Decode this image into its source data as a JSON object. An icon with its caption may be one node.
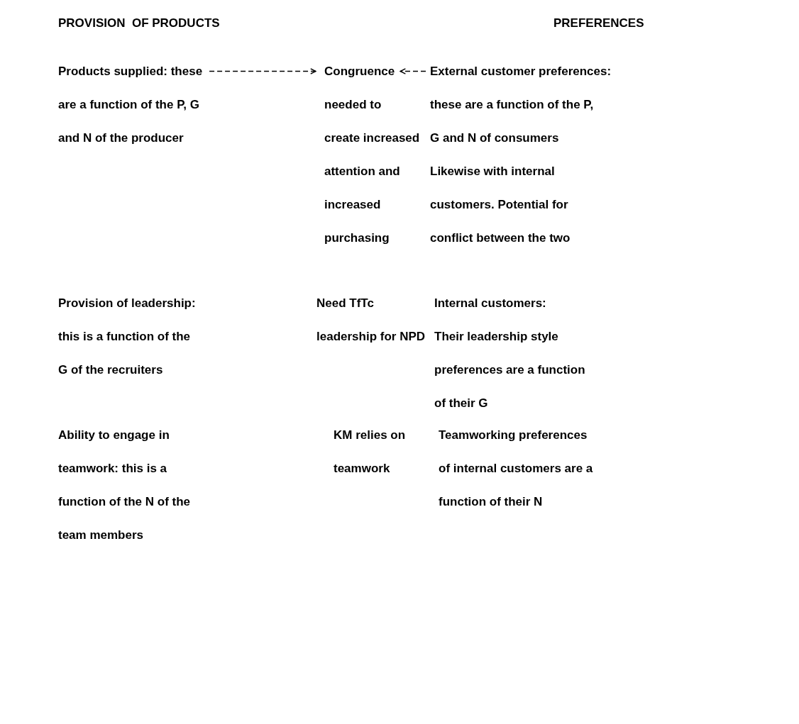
{
  "diagram": {
    "nodes": [
      {
        "text": [
          "Products supplied: these are a function of the P, G and N of the producer"
        ]
      },
      {
        "text": [
          "Congruence needed to create increased attention and increased purchasing"
        ]
      },
      {
        "text": [
          "External customer preferences: these are a function of the P, G and N of consumers Likewise with internal customers. Potential for conflict between the two"
        ]
      },
      {
        "text": [
          "Provision of leadership: this is a function of the G of the recruiters"
        ]
      },
      {
        "text": [
          "Need TfTc leadership for NPD"
        ]
      },
      {
        "text": [
          "Internal customers: Their leadership style preferences are a function of their G"
        ]
      },
      {
        "text": [
          "Ability to engage in teamwork: this is a function of the N of the team members"
        ]
      },
      {
        "text": [
          "KM relies on teamwork"
        ]
      },
      {
        "text": [
          "Teamworking preferences of internal customers are a function of their N"
        ]
      }
    ],
    "edges": [
      {
        "from": 0,
        "to": 1,
        "arrow": "to",
        "style": "dashed"
      },
      {
        "from": 2,
        "to": 1,
        "arrow": "to",
        "style": "dashed"
      }
    ],
    "labels": [
      "PROVISION  OF PRODUCTS",
      "PREFERENCES"
    ]
  }
}
